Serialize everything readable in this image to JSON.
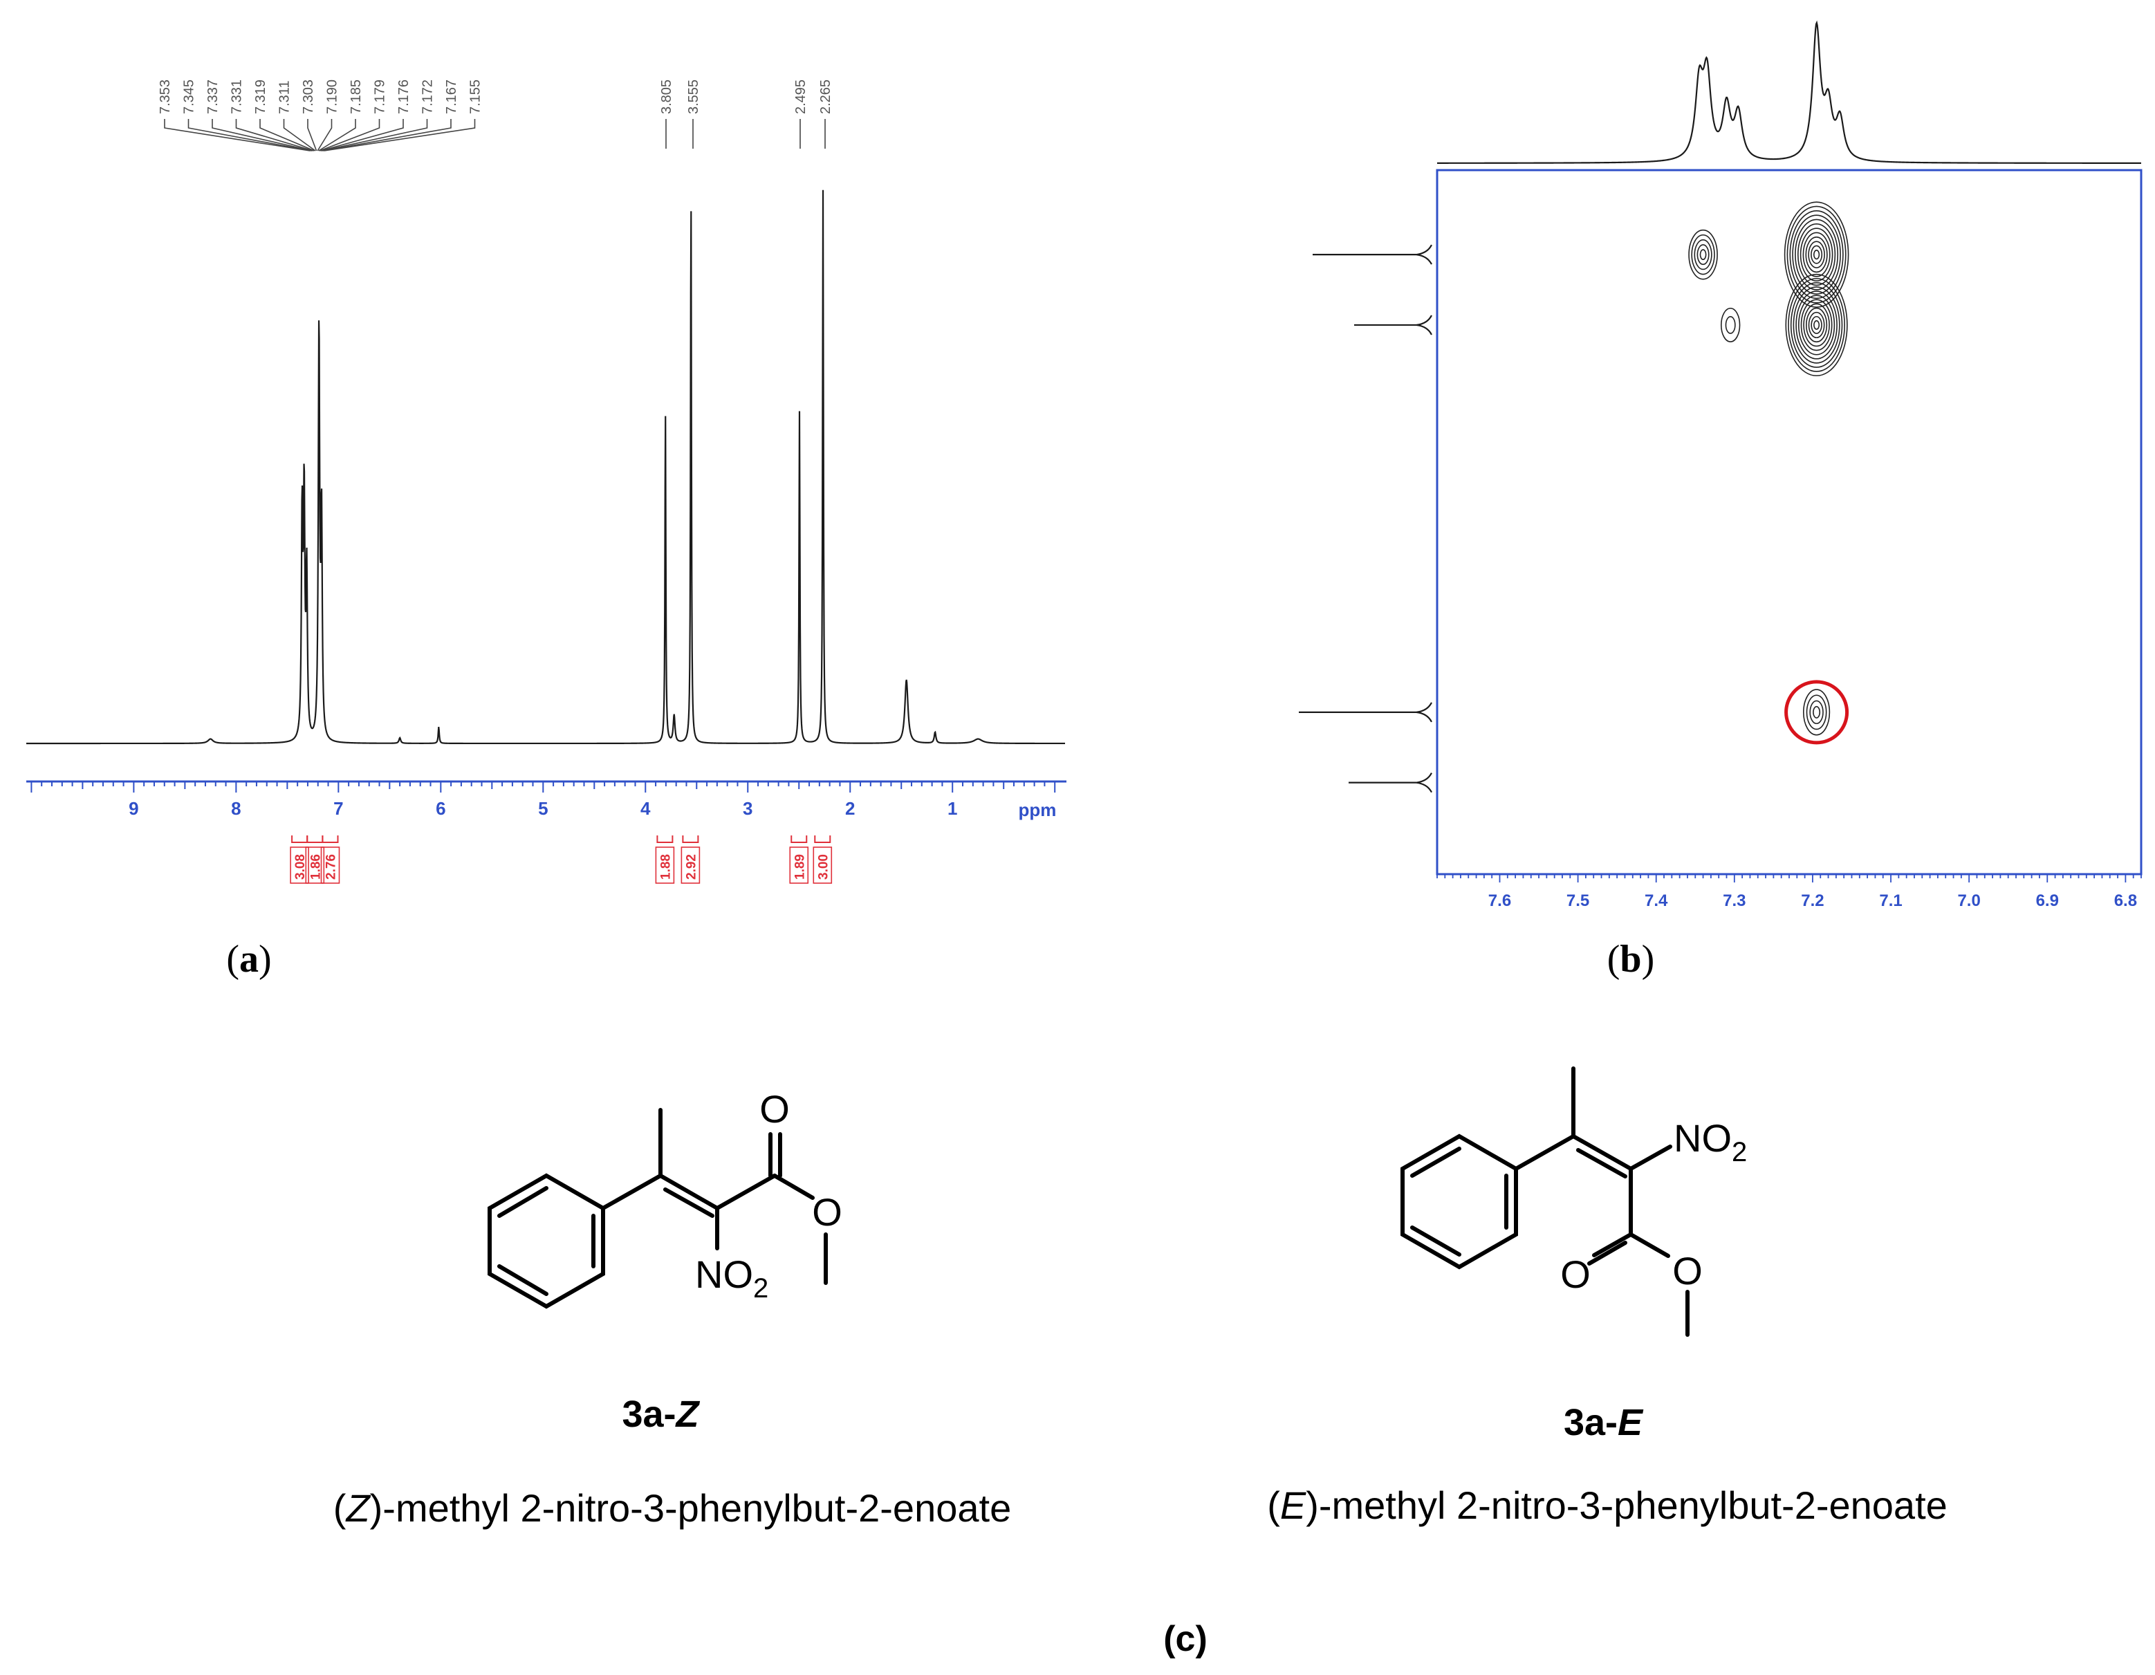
{
  "panel_labels": {
    "a": {
      "open": "(",
      "letter": "a",
      "close": ")"
    },
    "b": {
      "open": "(",
      "letter": "b",
      "close": ")"
    },
    "c": "(c)"
  },
  "colors": {
    "spectrum": "#1a1a1a",
    "axis": "#3050c8",
    "integral": "#e0303a",
    "highlight": "#d8141c",
    "contour": "#222222"
  },
  "chart_data": [
    {
      "type": "line",
      "panel": "a",
      "x_unit": "ppm",
      "xlim": [
        10.05,
        -0.1
      ],
      "x_reversed": true,
      "x_ticks": [
        "9",
        "8",
        "7",
        "6",
        "5",
        "4",
        "3",
        "2",
        "1"
      ],
      "x_ticks_values": [
        9,
        8,
        7,
        6,
        5,
        4,
        3,
        2,
        1
      ],
      "peak_labels_group1": [
        "7.353",
        "7.345",
        "7.337",
        "7.331",
        "7.319",
        "7.311",
        "7.303",
        "7.190",
        "7.185",
        "7.179",
        "7.176",
        "7.172",
        "7.167",
        "7.155"
      ],
      "peak_labels_group2": [
        "3.805",
        "3.555"
      ],
      "peak_labels_group3": [
        "2.495",
        "2.265"
      ],
      "peaks": [
        {
          "x": 8.25,
          "h": 0.008,
          "w": 0.03
        },
        {
          "x": 7.355,
          "h": 0.4,
          "w": 0.008
        },
        {
          "x": 7.335,
          "h": 0.43,
          "w": 0.008
        },
        {
          "x": 7.31,
          "h": 0.3,
          "w": 0.008
        },
        {
          "x": 7.19,
          "h": 0.74,
          "w": 0.008
        },
        {
          "x": 7.165,
          "h": 0.4,
          "w": 0.008
        },
        {
          "x": 6.4,
          "h": 0.01,
          "w": 0.01
        },
        {
          "x": 6.02,
          "h": 0.03,
          "w": 0.006
        },
        {
          "x": 3.805,
          "h": 0.6,
          "w": 0.005
        },
        {
          "x": 3.72,
          "h": 0.05,
          "w": 0.01
        },
        {
          "x": 3.555,
          "h": 1.0,
          "w": 0.005
        },
        {
          "x": 2.495,
          "h": 0.6,
          "w": 0.005
        },
        {
          "x": 2.265,
          "h": 1.0,
          "w": 0.005
        },
        {
          "x": 1.45,
          "h": 0.115,
          "w": 0.018
        },
        {
          "x": 1.17,
          "h": 0.02,
          "w": 0.01
        },
        {
          "x": 0.75,
          "h": 0.008,
          "w": 0.05
        }
      ],
      "integrals": [
        {
          "x": 7.38,
          "label": "3.08"
        },
        {
          "x": 7.23,
          "label": "1.86"
        },
        {
          "x": 7.08,
          "label": "2.76"
        },
        {
          "x": 3.81,
          "label": "1.88"
        },
        {
          "x": 3.56,
          "label": "2.92"
        },
        {
          "x": 2.5,
          "label": "1.89"
        },
        {
          "x": 2.27,
          "label": "3.00"
        }
      ]
    },
    {
      "type": "contour",
      "panel": "b",
      "xlim": [
        7.68,
        6.78
      ],
      "x_reversed": true,
      "x_ticks": [
        "7.6",
        "7.5",
        "7.4",
        "7.3",
        "7.2",
        "7.1",
        "7.0",
        "6.9",
        "6.8"
      ],
      "x_ticks_values": [
        7.6,
        7.5,
        7.4,
        7.3,
        7.2,
        7.1,
        7.0,
        6.9,
        6.8
      ],
      "f1_trace": [
        {
          "x": 7.345,
          "h": 0.55
        },
        {
          "x": 7.335,
          "h": 0.62
        },
        {
          "x": 7.31,
          "h": 0.4
        },
        {
          "x": 7.295,
          "h": 0.35
        },
        {
          "x": 7.195,
          "h": 1.0
        },
        {
          "x": 7.18,
          "h": 0.38
        },
        {
          "x": 7.165,
          "h": 0.3
        }
      ],
      "f2_trace_positions": [
        0.12,
        0.22,
        0.77,
        0.87
      ],
      "cross_peaks": [
        {
          "x": 7.34,
          "y": 0.12,
          "size": 0.25
        },
        {
          "x": 7.195,
          "y": 0.12,
          "size": 1.0
        },
        {
          "x": 7.195,
          "y": 0.22,
          "size": 0.95
        },
        {
          "x": 7.305,
          "y": 0.22,
          "size": 0.04
        },
        {
          "x": 7.195,
          "y": 0.77,
          "size": 0.2,
          "highlighted": true
        }
      ]
    }
  ],
  "structures": [
    {
      "id": "3a-Z",
      "atoms": {
        "carbonyl_o": "O",
        "ester_o": "O",
        "nitro": "NO",
        "nitro_sub": "2"
      },
      "code_main": "3a-",
      "code_isomer": "Z",
      "name_open": "(",
      "name_isomer": "Z",
      "name_rest": ")-methyl 2-nitro-3-phenylbut-2-enoate"
    },
    {
      "id": "3a-E",
      "atoms": {
        "carbonyl_o": "O",
        "ester_o": "O",
        "nitro": "NO",
        "nitro_sub": "2"
      },
      "code_main": "3a-",
      "code_isomer": "E",
      "name_open": "(",
      "name_isomer": "E",
      "name_rest": ")-methyl 2-nitro-3-phenylbut-2-enoate"
    }
  ]
}
